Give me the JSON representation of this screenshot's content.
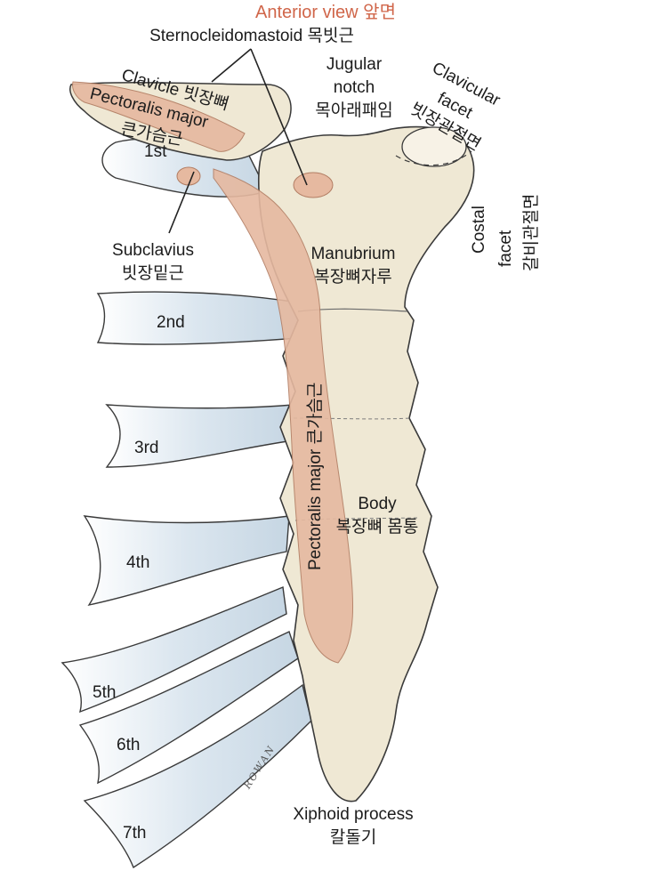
{
  "title": "Anterior view 앞면",
  "labels": {
    "sternocleidomastoid": "Sternocleidomastoid 목빗근",
    "clavicle": "Clavicle 빗장뼈",
    "pectoralis_major_top_en": "Pectoralis major",
    "pectoralis_major_top_ko": "큰가슴근",
    "rib_1st": "1st",
    "jugular_notch_en1": "Jugular",
    "jugular_notch_en2": "notch",
    "jugular_notch_ko": "목아래패임",
    "clavicular_facet_en1": "Clavicular",
    "clavicular_facet_en2": "facet",
    "clavicular_facet_ko": "빗장관절면",
    "costal_facet_en1": "Costal",
    "costal_facet_en2": "facet",
    "costal_facet_ko": "갈비관절면",
    "subclavius_en": "Subclavius",
    "subclavius_ko": "빗장밑근",
    "manubrium_en": "Manubrium",
    "manubrium_ko": "복장뼈자루",
    "rib_2nd": "2nd",
    "pectoralis_major_vertical": "Pectoralis major 큰가슴근",
    "rib_3rd": "3rd",
    "body_en": "Body",
    "body_ko": "복장뼈 몸통",
    "rib_4th": "4th",
    "rib_5th": "5th",
    "rib_6th": "6th",
    "rib_7th": "7th",
    "xiphoid_en": "Xiphoid process",
    "xiphoid_ko": "칼돌기"
  },
  "signature": "ROWAN",
  "colors": {
    "bone": "#efe8d4",
    "bone_outline": "#3a3a3a",
    "muscle": "#e6b9a0",
    "rib_cartilage": "#dde7ee",
    "title": "#d0664a"
  }
}
